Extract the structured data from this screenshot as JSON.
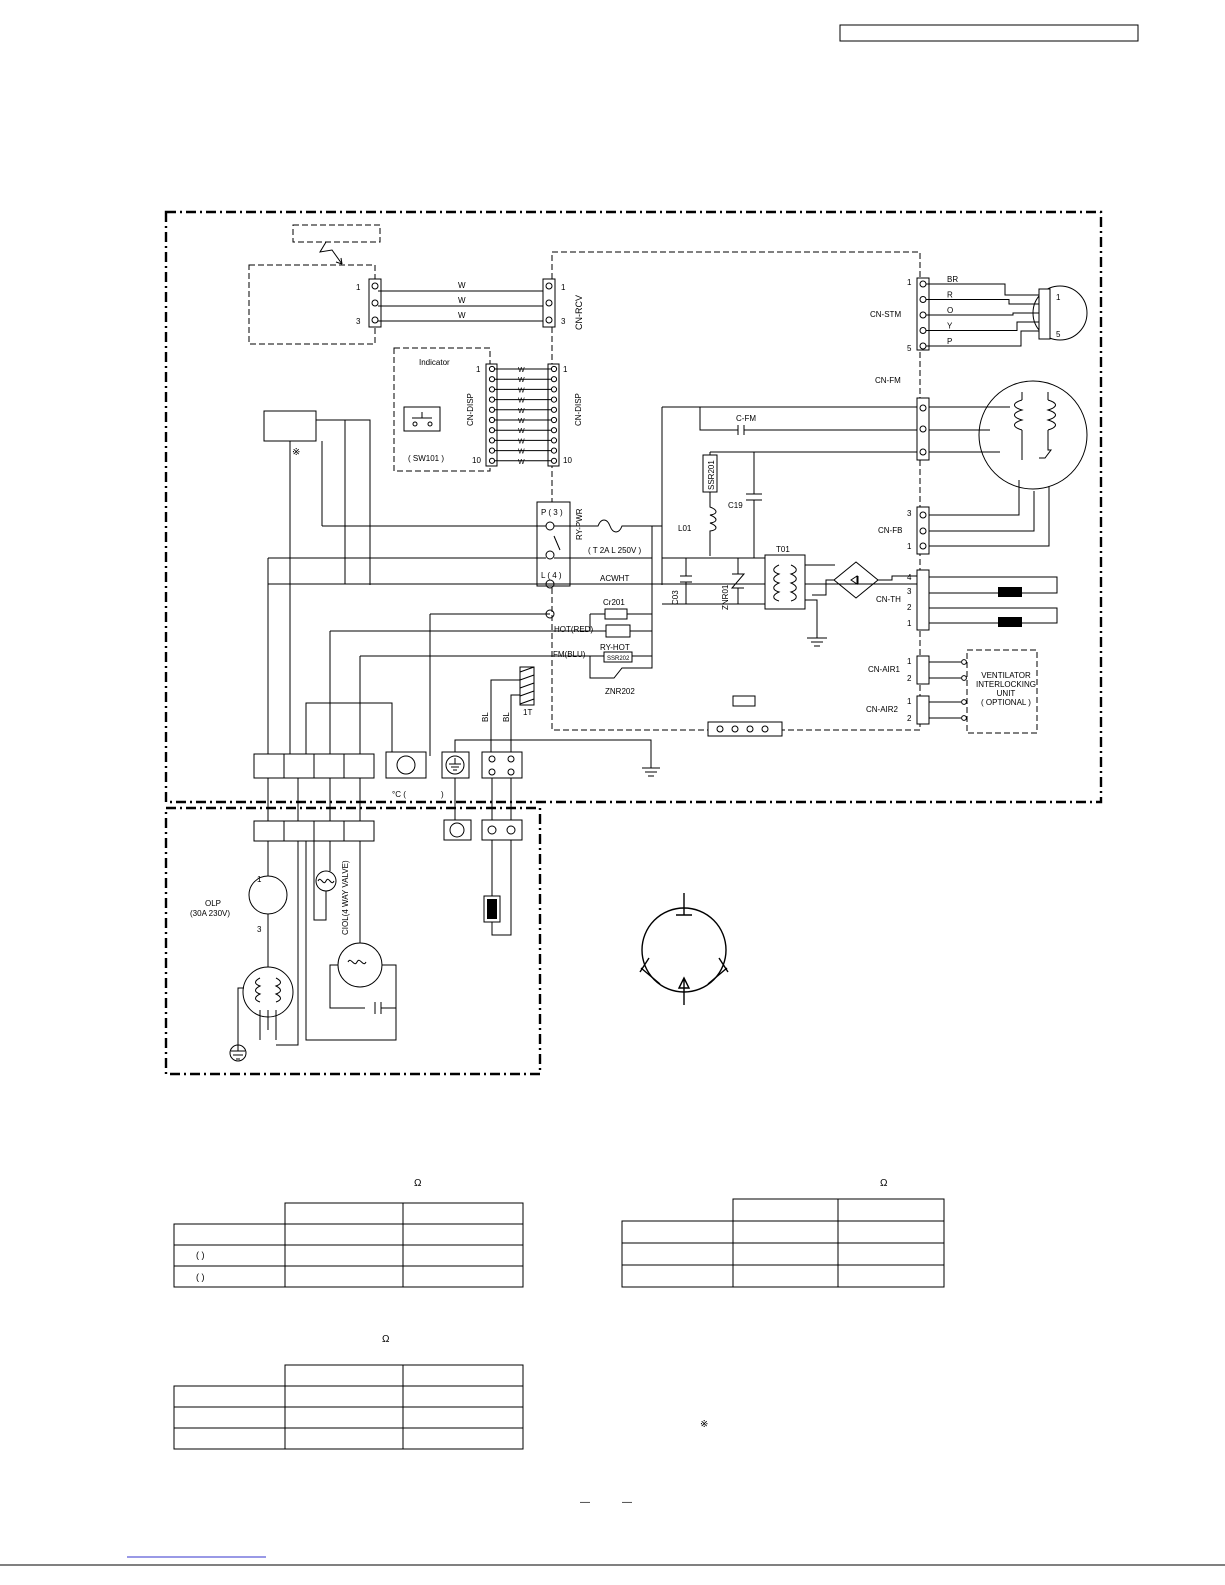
{
  "connectors": {
    "rcv": "CN-RCV",
    "disp_left": "CN-DISP",
    "disp_right": "CN-DISP",
    "stm": "CN-STM",
    "fm": "CN-FM",
    "fb": "CN-FB",
    "th": "CN-TH",
    "air1": "CN-AIR1",
    "air2": "CN-AIR2"
  },
  "pins": {
    "one": "1",
    "three": "3",
    "five": "5",
    "ten": "10",
    "two": "2",
    "four": "4"
  },
  "wire_colors": {
    "w": "W",
    "br": "BR",
    "r": "R",
    "o": "O",
    "y": "Y",
    "p": "P",
    "bl": "BL"
  },
  "components": {
    "indicator": "Indicator",
    "sw101": "( SW101 )",
    "ry_pwr": "RY-PWR",
    "p3": "P ( 3 )",
    "l4": "L ( 4 )",
    "fuse": "( T 2A L 250V )",
    "acwht": "ACWHT",
    "c_fm": "C-FM",
    "ssr201": "SSR201",
    "l01": "L01",
    "c19": "C19",
    "c03": "C03",
    "znr01": "ZNR01",
    "t01": "T01",
    "cr201": "Cr201",
    "hot_red": "HOT(RED)",
    "ry_hot": "RY-HOT",
    "ssr202": "SSR202",
    "fm_blu": "FM(BLU)",
    "znr202": "ZNR202",
    "one_t": "1T",
    "ventilator": [
      "VENTILATOR",
      "INTERLOCKING",
      "UNIT",
      "( OPTIONAL )"
    ],
    "olp": "OLP",
    "olp_rating": "(30A 230V)",
    "ciol": "CIOL(4 WAY VALVE)",
    "temp_label": "°C (",
    "temp_close": ")",
    "ref_mark": "※"
  },
  "tables": {
    "table1_unit": "Ω",
    "table2_unit": "Ω",
    "table3_unit": "Ω",
    "row_paren": "(   )"
  },
  "footer": {
    "dash_left": "—",
    "dash_right": "—"
  }
}
